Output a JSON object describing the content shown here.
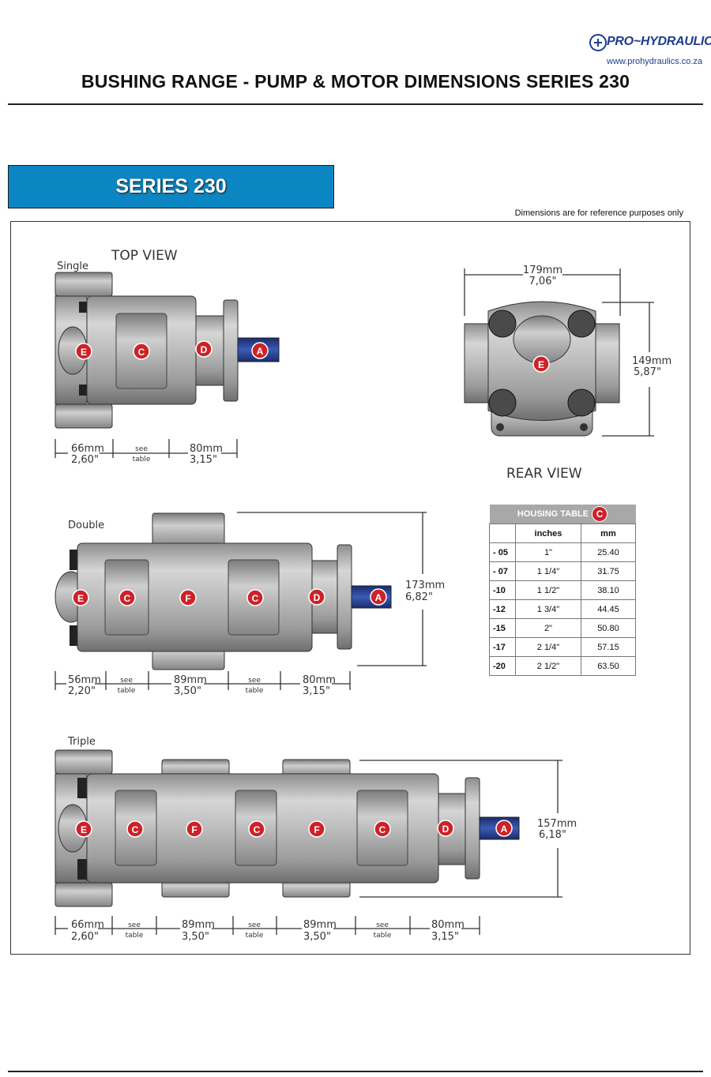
{
  "brand": {
    "name": "PRO~HYDRAULICS",
    "url": "www.prohydraulics.co.za",
    "color": "#1d3d8f"
  },
  "page_title": "BUSHING RANGE - PUMP & MOTOR DIMENSIONS SERIES 230",
  "series_banner": {
    "label": "SERIES 230",
    "color": "#0b86c3"
  },
  "reference_note": "Dimensions are for reference purposes only",
  "views": {
    "top_view": "TOP VIEW",
    "rear_view": "REAR VIEW",
    "single": "Single",
    "double": "Double",
    "triple": "Triple"
  },
  "markers": {
    "A": "A",
    "C": "C",
    "D": "D",
    "E": "E",
    "F": "F",
    "color": "#cc2229"
  },
  "dimensions": {
    "single": {
      "front_mm": "66mm",
      "front_in": "2,60\"",
      "see_1": "see",
      "table_1": "table",
      "shaft_mm": "80mm",
      "shaft_in": "3,15\""
    },
    "rear": {
      "width_mm": "179mm",
      "width_in": "7,06\"",
      "height_mm": "149mm",
      "height_in": "5,87\""
    },
    "double": {
      "front_mm": "56mm",
      "front_in": "2,20\"",
      "see_1": "see",
      "table_1": "table",
      "mid_mm": "89mm",
      "mid_in": "3,50\"",
      "see_2": "see",
      "table_2": "table",
      "shaft_mm": "80mm",
      "shaft_in": "3,15\"",
      "height_mm": "173mm",
      "height_in": "6,82\""
    },
    "triple": {
      "front_mm": "66mm",
      "front_in": "2,60\"",
      "see_1": "see",
      "table_1": "table",
      "mid1_mm": "89mm",
      "mid1_in": "3,50\"",
      "see_2": "see",
      "table_2": "table",
      "mid2_mm": "89mm",
      "mid2_in": "3,50\"",
      "see_3": "see",
      "table_3": "table",
      "shaft_mm": "80mm",
      "shaft_in": "3,15\"",
      "height_mm": "157mm",
      "height_in": "6,18\""
    }
  },
  "housing_table": {
    "caption": "HOUSING TABLE",
    "caption_marker": "C",
    "headers": {
      "code": "",
      "inches": "inches",
      "mm": "mm"
    },
    "rows": [
      {
        "code": "- 05",
        "inches": "1\"",
        "mm": "25.40"
      },
      {
        "code": "- 07",
        "inches": "1 1/4\"",
        "mm": "31.75"
      },
      {
        "code": "-10",
        "inches": "1 1/2\"",
        "mm": "38.10"
      },
      {
        "code": "-12",
        "inches": "1 3/4\"",
        "mm": "44.45"
      },
      {
        "code": "-15",
        "inches": "2\"",
        "mm": "50.80"
      },
      {
        "code": "-17",
        "inches": "2 1/4\"",
        "mm": "57.15"
      },
      {
        "code": "-20",
        "inches": "2 1/2\"",
        "mm": "63.50"
      }
    ]
  }
}
